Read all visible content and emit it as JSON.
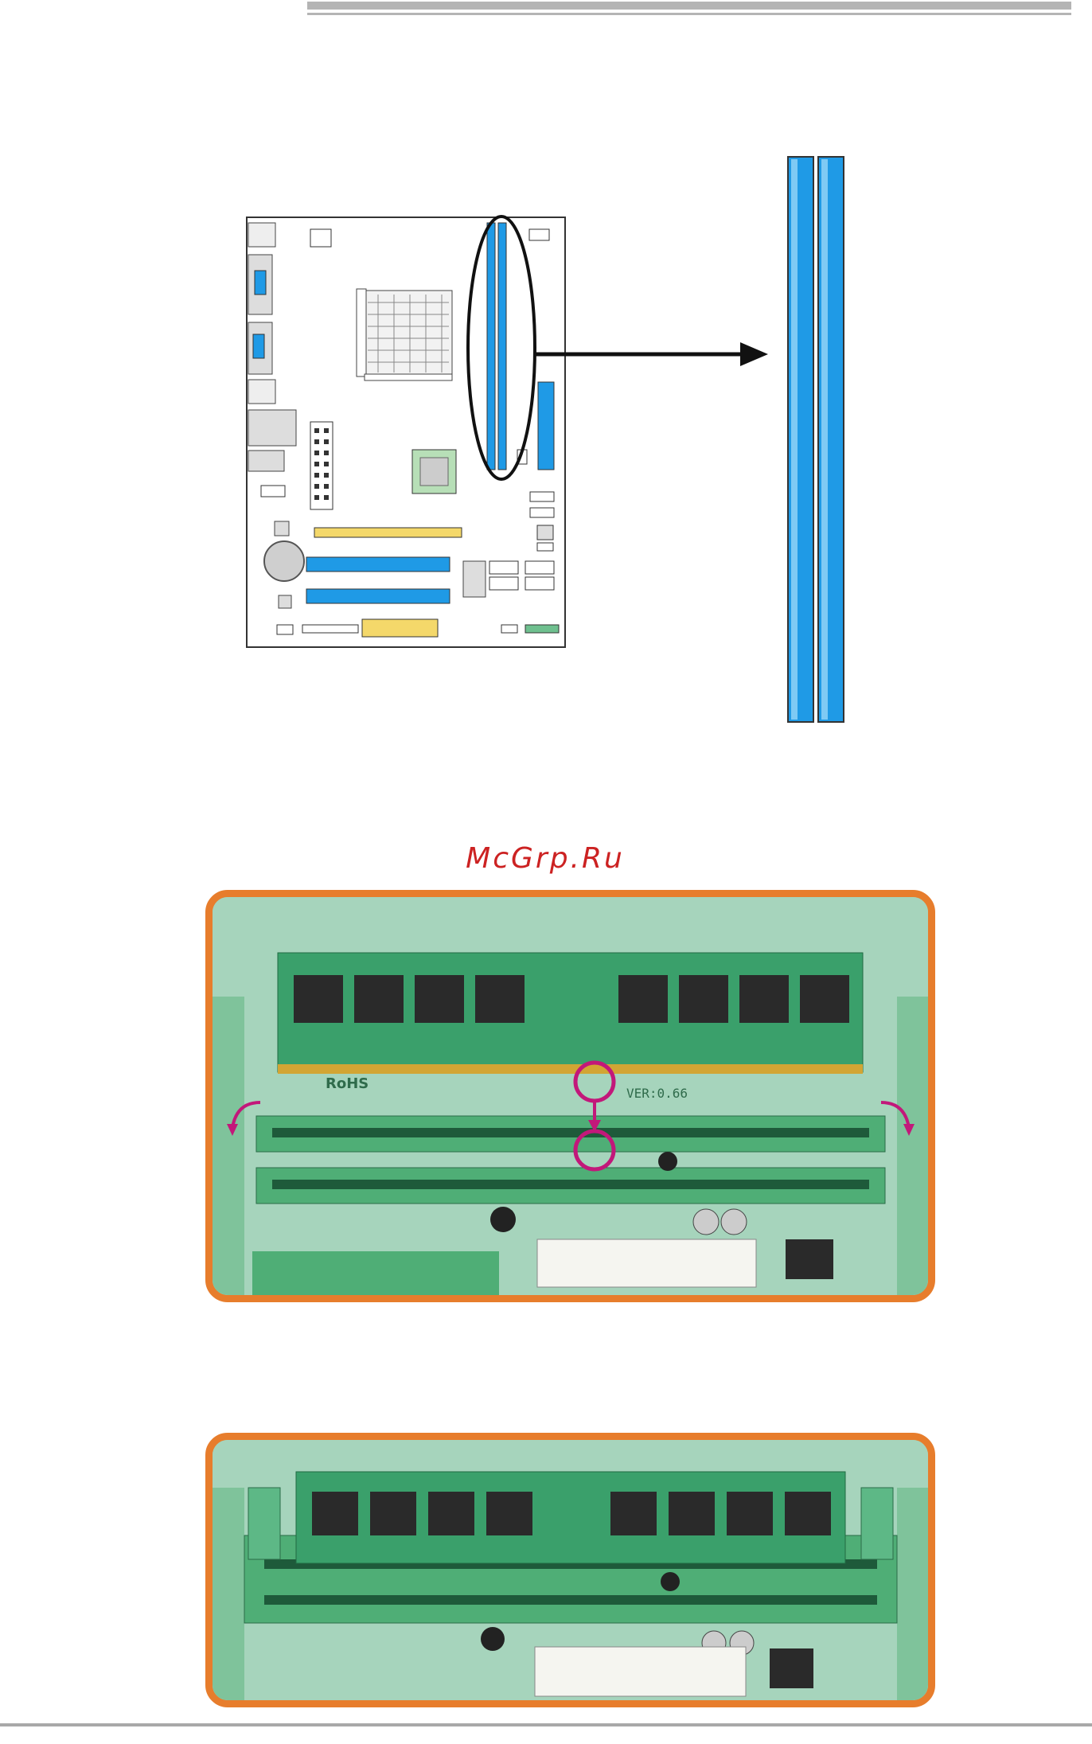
{
  "watermark": {
    "text": "McGrp.Ru"
  },
  "photo1": {
    "label_ver": "VER:0.66",
    "label_rohs": "RoHS"
  },
  "colors": {
    "dimm_blue": "#1f9ae6",
    "frame_orange": "#e77d2c",
    "marker_magenta": "#c2187a",
    "pcb_green": "#6fc08f",
    "pci_yellow": "#f4d86a"
  }
}
